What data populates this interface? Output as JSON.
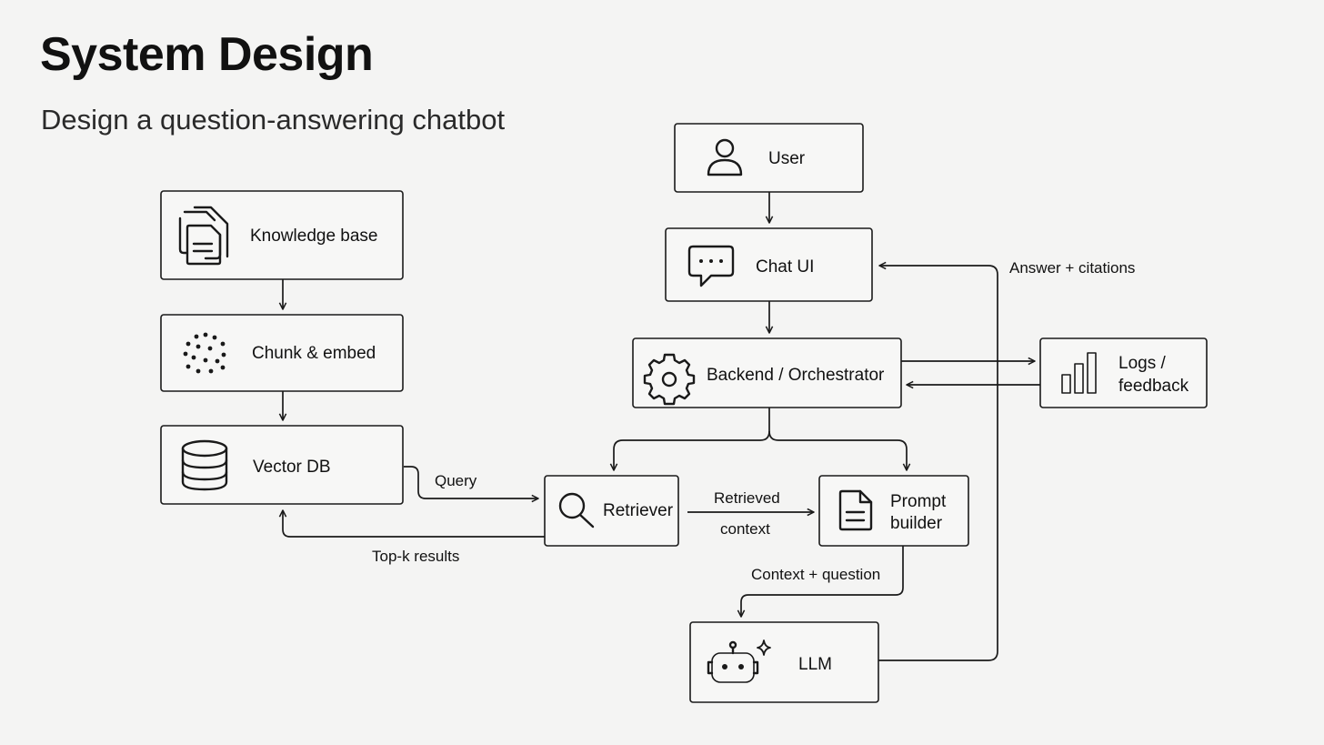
{
  "header": {
    "title": "System Design",
    "subtitle": "Design a question-answering chatbot"
  },
  "nodes": {
    "user": {
      "label": "User",
      "icon": "user-icon"
    },
    "chat_ui": {
      "label": "Chat UI",
      "icon": "chat-bubble-icon"
    },
    "backend": {
      "label": "Backend / Orchestrator",
      "icon": "gear-icon"
    },
    "logs": {
      "label_line1": "Logs /",
      "label_line2": "feedback",
      "icon": "bar-chart-icon"
    },
    "knowledge_base": {
      "label": "Knowledge base",
      "icon": "documents-icon"
    },
    "chunk_embed": {
      "label": "Chunk & embed",
      "icon": "dots-cluster-icon"
    },
    "vector_db": {
      "label": "Vector DB",
      "icon": "database-icon"
    },
    "retriever": {
      "label": "Retriever",
      "icon": "search-icon"
    },
    "prompt_builder": {
      "label_line1": "Prompt",
      "label_line2": "builder",
      "icon": "document-icon"
    },
    "llm": {
      "label": "LLM",
      "icon": "robot-icon"
    }
  },
  "edges": {
    "answer_citations": "Answer + citations",
    "query": "Query",
    "top_k": "Top-k results",
    "retrieved_line1": "Retrieved",
    "retrieved_line2": "context",
    "context_question": "Context + question"
  },
  "colors": {
    "background": "#f4f4f3",
    "stroke": "#1a1a1a",
    "box_fill": "#f7f7f6"
  }
}
